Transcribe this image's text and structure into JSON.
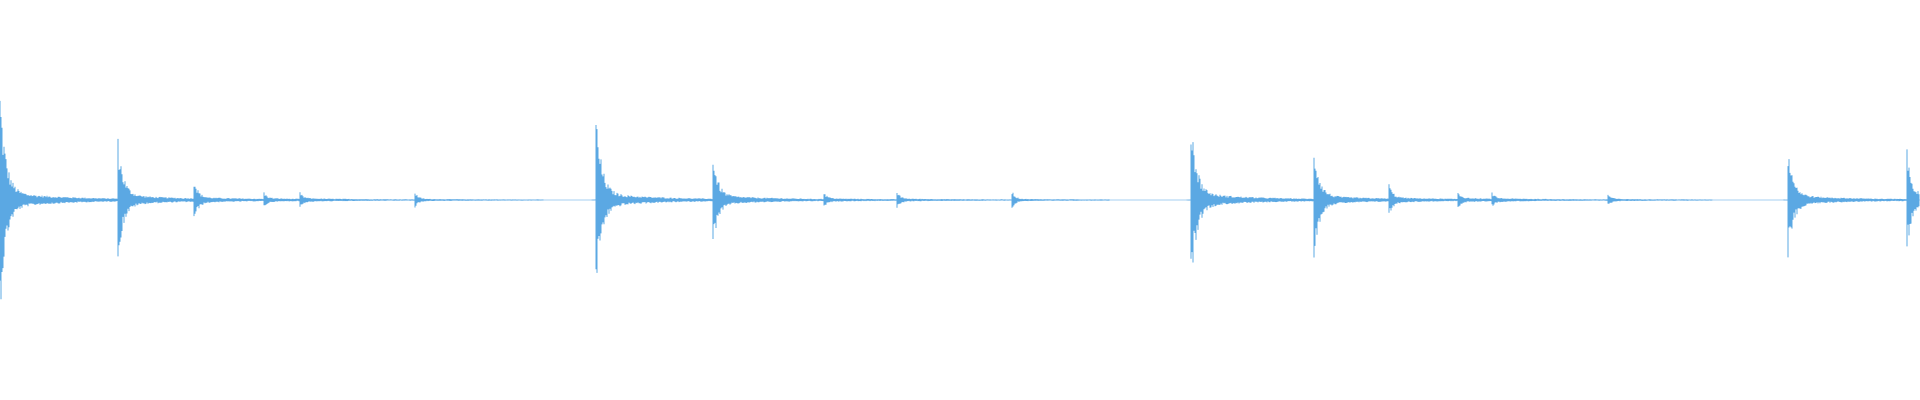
{
  "waveform": {
    "color": "#5ba8e3",
    "background": "#ffffff",
    "transients": [
      {
        "time": 0.0,
        "peak": 0.92,
        "decay": 0.6,
        "tail": 0.07
      },
      {
        "time": 0.061,
        "peak": 0.58,
        "decay": 0.55,
        "tail": 0.035
      },
      {
        "time": 0.101,
        "peak": 0.18,
        "decay": 0.3,
        "tail": 0.01
      },
      {
        "time": 0.137,
        "peak": 0.07,
        "decay": 0.2,
        "tail": 0.006
      },
      {
        "time": 0.156,
        "peak": 0.06,
        "decay": 0.2,
        "tail": 0.006
      },
      {
        "time": 0.216,
        "peak": 0.07,
        "decay": 0.18,
        "tail": 0.005
      },
      {
        "time": 0.31,
        "peak": 0.82,
        "decay": 0.6,
        "tail": 0.06
      },
      {
        "time": 0.371,
        "peak": 0.42,
        "decay": 0.5,
        "tail": 0.03
      },
      {
        "time": 0.429,
        "peak": 0.06,
        "decay": 0.2,
        "tail": 0.006
      },
      {
        "time": 0.467,
        "peak": 0.07,
        "decay": 0.2,
        "tail": 0.006
      },
      {
        "time": 0.527,
        "peak": 0.08,
        "decay": 0.18,
        "tail": 0.005
      },
      {
        "time": 0.62,
        "peak": 0.78,
        "decay": 0.6,
        "tail": 0.06
      },
      {
        "time": 0.684,
        "peak": 0.52,
        "decay": 0.55,
        "tail": 0.03
      },
      {
        "time": 0.723,
        "peak": 0.15,
        "decay": 0.3,
        "tail": 0.01
      },
      {
        "time": 0.759,
        "peak": 0.08,
        "decay": 0.2,
        "tail": 0.008
      },
      {
        "time": 0.777,
        "peak": 0.05,
        "decay": 0.2,
        "tail": 0.005
      },
      {
        "time": 0.837,
        "peak": 0.06,
        "decay": 0.18,
        "tail": 0.005
      },
      {
        "time": 0.931,
        "peak": 0.5,
        "decay": 0.55,
        "tail": 0.04
      },
      {
        "time": 0.993,
        "peak": 0.42,
        "decay": 0.5,
        "tail": 0.035
      }
    ],
    "silent_regions": [
      [
        0.283,
        0.308
      ],
      [
        0.578,
        0.618
      ],
      [
        0.892,
        0.929
      ]
    ]
  }
}
